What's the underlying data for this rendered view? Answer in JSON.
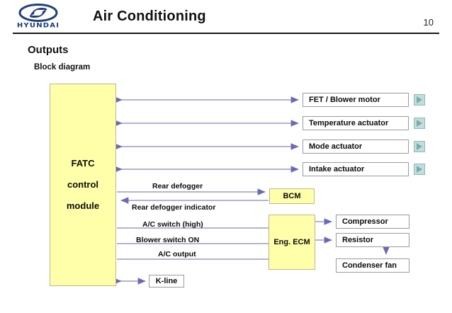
{
  "header": {
    "brand": "HYUNDAI",
    "logo_icon": "hyundai-oval-h-logo",
    "title": "Air Conditioning",
    "page_number": "10"
  },
  "section": {
    "title": "Outputs",
    "subtitle": "Block diagram"
  },
  "diagram": {
    "controller": {
      "line1": "FATC",
      "line2": "control",
      "line3": "module"
    },
    "actuators": [
      {
        "label": "FET / Blower motor",
        "icon": "play-icon"
      },
      {
        "label": "Temperature actuator",
        "icon": "play-icon"
      },
      {
        "label": "Mode actuator",
        "icon": "play-icon"
      },
      {
        "label": "Intake actuator",
        "icon": "play-icon"
      }
    ],
    "modules": {
      "bcm": "BCM",
      "eng_ecm": "Eng. ECM",
      "k_line": "K-line"
    },
    "loads": [
      {
        "label": "Compressor"
      },
      {
        "label": "Resistor"
      },
      {
        "label": "Condenser fan"
      }
    ],
    "signals": [
      {
        "label": "Rear defogger"
      },
      {
        "label": "Rear defogger indicator"
      },
      {
        "label": "A/C switch (high)"
      },
      {
        "label": "Blower switch ON"
      },
      {
        "label": "A/C output"
      }
    ],
    "colors": {
      "wire": "#9a9ac8",
      "module_fill": "#ffffaa",
      "box_border": "#9a9a9a",
      "play_button": "#bfdede",
      "brand_blue": "#173a70"
    }
  }
}
